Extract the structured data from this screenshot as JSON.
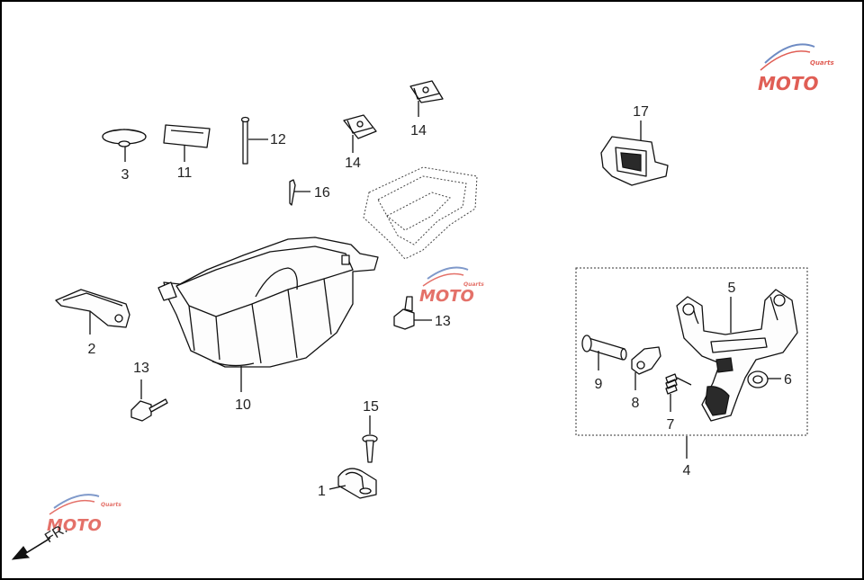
{
  "labels": {
    "p1": "1",
    "p2": "2",
    "p3": "3",
    "p4": "4",
    "p5": "5",
    "p6": "6",
    "p7": "7",
    "p8": "8",
    "p9": "9",
    "p10": "10",
    "p11": "11",
    "p12": "12",
    "p13a": "13",
    "p13b": "13",
    "p14a": "14",
    "p14b": "14",
    "p15": "15",
    "p16": "16",
    "p17": "17"
  },
  "direction": {
    "text": "FR."
  },
  "watermark": {
    "brand": "MOTO",
    "sub": "Quarts"
  },
  "colors": {
    "ink": "#111111",
    "watermark_red": "#d9362b",
    "watermark_blue": "#4a6fb5",
    "frame": "#000000"
  }
}
